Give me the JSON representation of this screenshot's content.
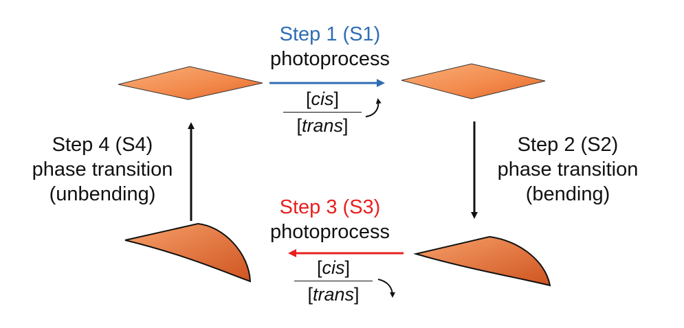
{
  "colors": {
    "step1": "#2e6db4",
    "step3": "#e8201f",
    "text": "#111111",
    "crystal_light": "#f7a06a",
    "crystal_dark": "#e0662a"
  },
  "steps": {
    "s1": {
      "title": "Step 1 (S1)",
      "process": "photoprocess"
    },
    "s2": {
      "title": "Step 2 (S2)",
      "process": "phase transition",
      "detail": "(bending)"
    },
    "s3": {
      "title": "Step 3 (S3)",
      "process": "photoprocess"
    },
    "s4": {
      "title": "Step 4 (S4)",
      "process": "phase transition",
      "detail": "(unbending)"
    }
  },
  "ratio": {
    "open": "[",
    "close": "]",
    "numerator": "cis",
    "denominator": "trans"
  },
  "ratio_trend": {
    "s1": "increase",
    "s3": "decrease"
  }
}
